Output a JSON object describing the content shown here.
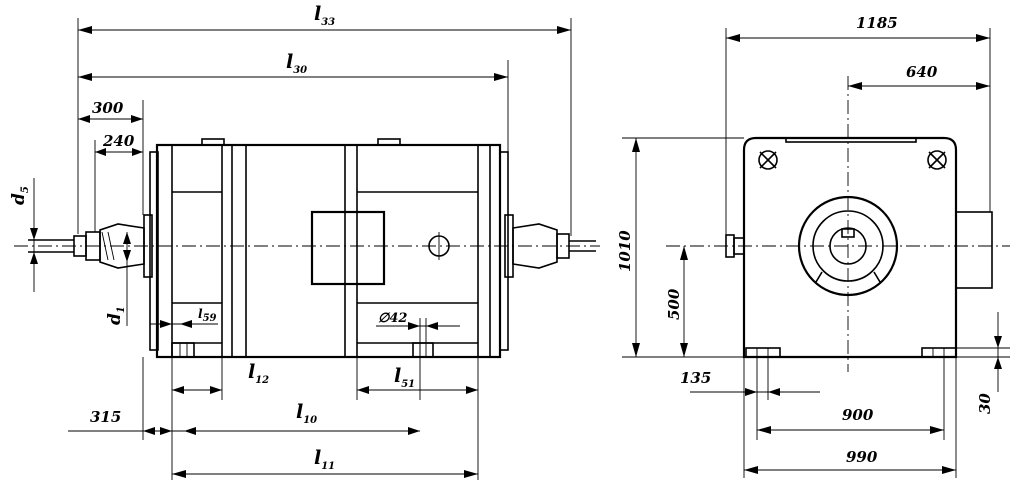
{
  "labels": {
    "l33": {
      "main": "l",
      "sub": "33"
    },
    "l30": {
      "main": "l",
      "sub": "30"
    },
    "d300": "300",
    "d240": "240",
    "d5": {
      "main": "d",
      "sub": "5"
    },
    "d1": {
      "main": "d",
      "sub": "1"
    },
    "l59": {
      "main": "l",
      "sub": "59"
    },
    "phi42": "∅42",
    "l12": {
      "main": "l",
      "sub": "12"
    },
    "l51": {
      "main": "l",
      "sub": "51"
    },
    "d315": "315",
    "l10": {
      "main": "l",
      "sub": "10"
    },
    "l11": {
      "main": "l",
      "sub": "11"
    },
    "d1185": "1185",
    "d640": "640",
    "d1010": "1010",
    "d500": "500",
    "d135": "135",
    "d900": "900",
    "d990": "990",
    "d30": "30"
  }
}
